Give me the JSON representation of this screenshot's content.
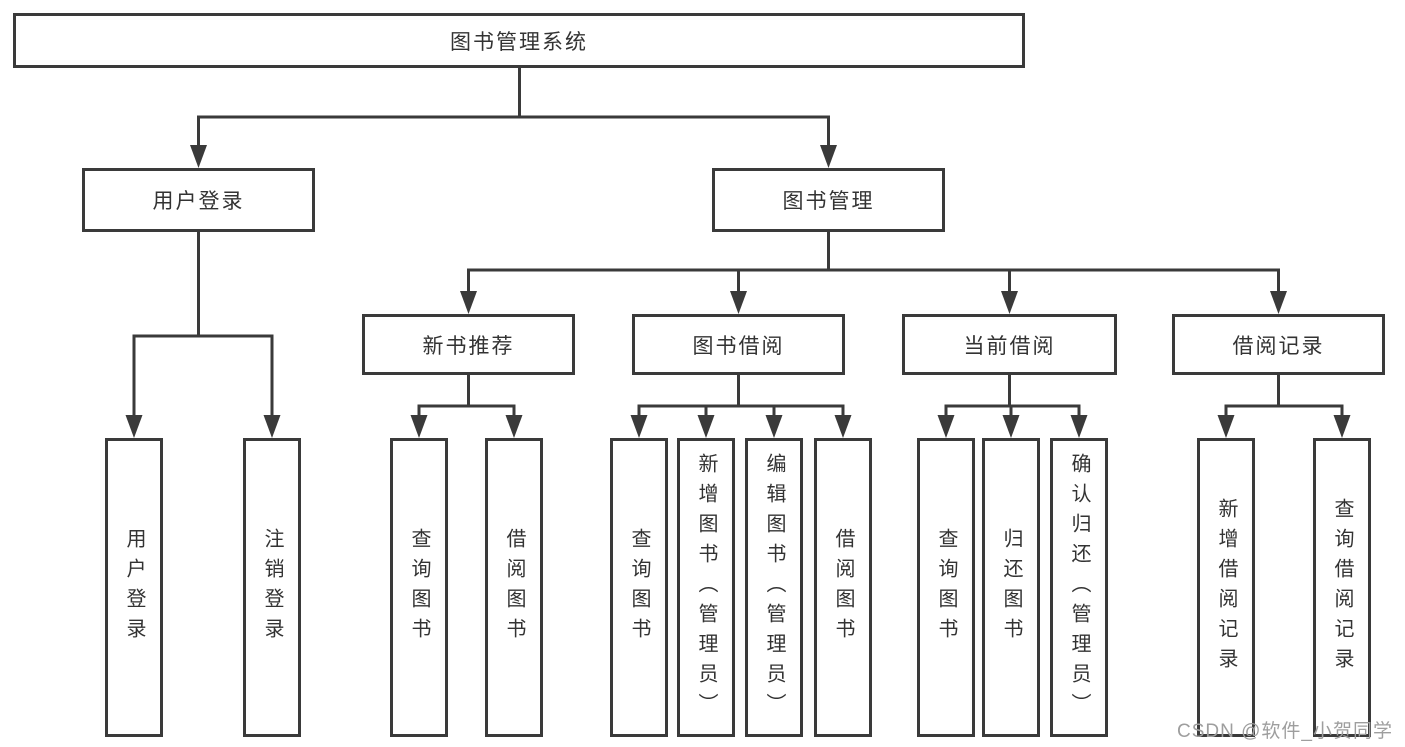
{
  "tree": {
    "root": "图书管理系统",
    "branches": [
      {
        "label": "用户登录",
        "leaves": [
          "用户登录",
          "注销登录"
        ]
      },
      {
        "label": "图书管理",
        "groups": [
          {
            "label": "新书推荐",
            "leaves": [
              "查询图书",
              "借阅图书"
            ]
          },
          {
            "label": "图书借阅",
            "leaves": [
              "查询图书",
              "新增图书（管理员）",
              "编辑图书（管理员）",
              "借阅图书"
            ]
          },
          {
            "label": "当前借阅",
            "leaves": [
              "查询图书",
              "归还图书",
              "确认归还（管理员）"
            ]
          },
          {
            "label": "借阅记录",
            "leaves": [
              "新增借阅记录",
              "查询借阅记录"
            ]
          }
        ]
      }
    ]
  },
  "watermark": "CSDN @软件_小贺同学",
  "colors": {
    "line": "#3a3a3a",
    "text": "#333333",
    "watermark": "#9e9e9e",
    "background": "#ffffff"
  }
}
